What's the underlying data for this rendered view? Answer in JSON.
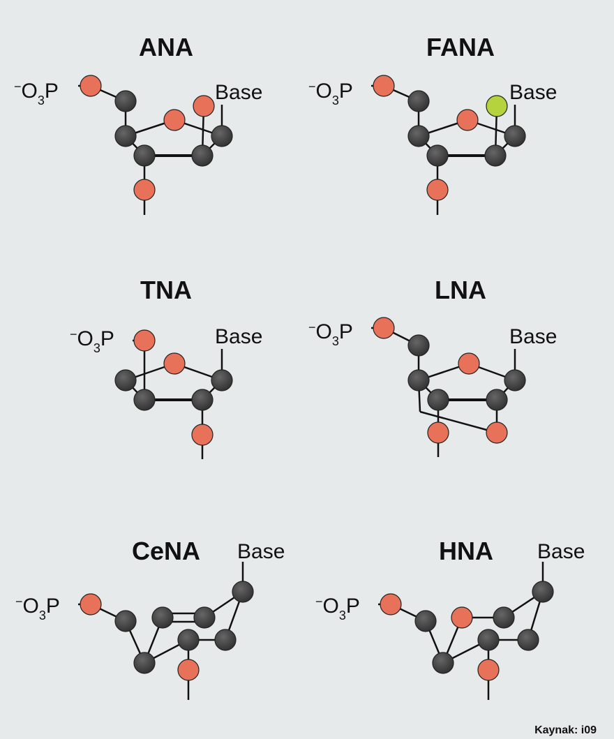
{
  "colors": {
    "background": "#e6eaea",
    "oxygen": "#e8715a",
    "carbon": "#333333",
    "fluorine": "#b5d33c",
    "bond": "#111111"
  },
  "labels": {
    "phosphate_prefix": "O",
    "phosphate_sub": "3",
    "phosphate_suffix": "P",
    "charge": "−",
    "base": "Base"
  },
  "molecules": [
    {
      "id": "ana",
      "title": "ANA"
    },
    {
      "id": "fana",
      "title": "FANA"
    },
    {
      "id": "tna",
      "title": "TNA"
    },
    {
      "id": "lna",
      "title": "LNA"
    },
    {
      "id": "cena",
      "title": "CeNA"
    },
    {
      "id": "hna",
      "title": "HNA"
    }
  ],
  "source": "Kaynak: i09"
}
